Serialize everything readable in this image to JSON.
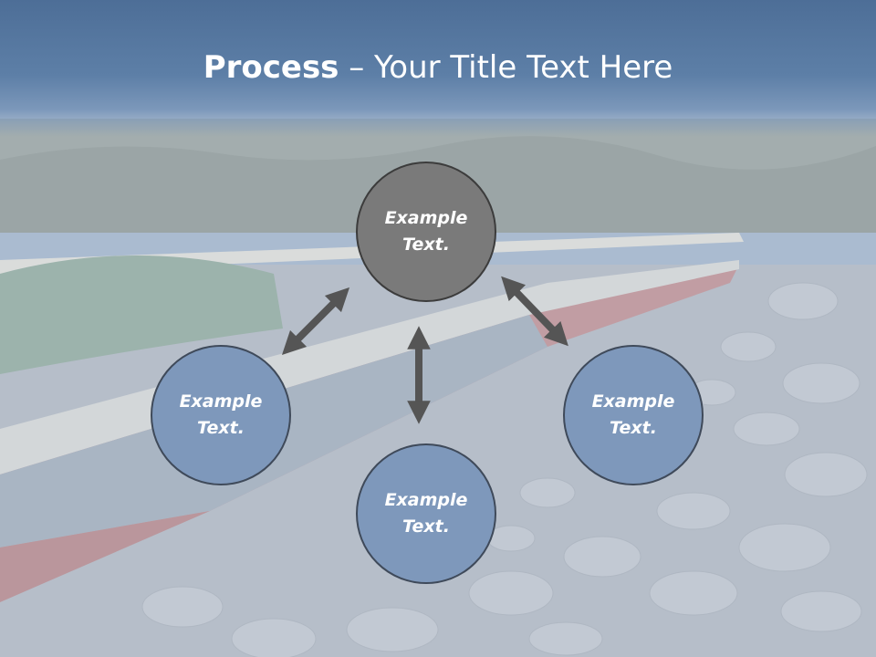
{
  "slide": {
    "title_bold": "Process",
    "title_rest": " – Your Title Text Here"
  },
  "diagram": {
    "center": "Example\nText.",
    "left": "Example\nText.",
    "right": "Example\nText.",
    "bottom": "Example\nText."
  },
  "colors": {
    "title_band": "#5677a0",
    "center_node": "#7a7a7a",
    "outer_node": "#7e98bb",
    "arrow": "#555555"
  }
}
